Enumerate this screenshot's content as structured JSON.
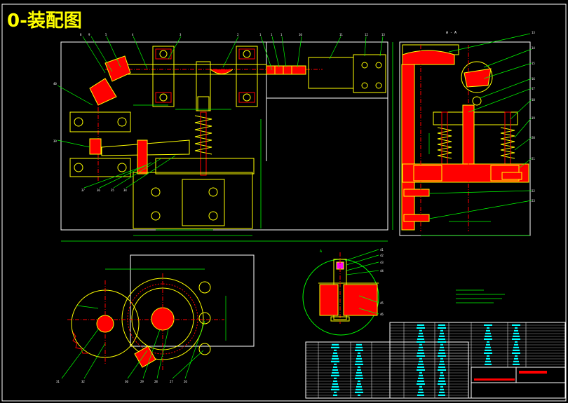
{
  "drawing": {
    "title": "0-装配图",
    "section_label": "A - A",
    "detail_label": "A"
  },
  "colors": {
    "background": "#000000",
    "frame": "#ffffff",
    "outline": "#ffff00",
    "hatch": "#ff0000",
    "center": "#ff0000",
    "leader": "#00ff00",
    "dimension": "#00ff00",
    "table_text": "#00ffff",
    "title_block_red": "#ff0000",
    "magenta": "#ff00ff"
  },
  "icons": [
    "gear-icon",
    "spring-icon",
    "bearing-icon",
    "bolt-icon"
  ]
}
